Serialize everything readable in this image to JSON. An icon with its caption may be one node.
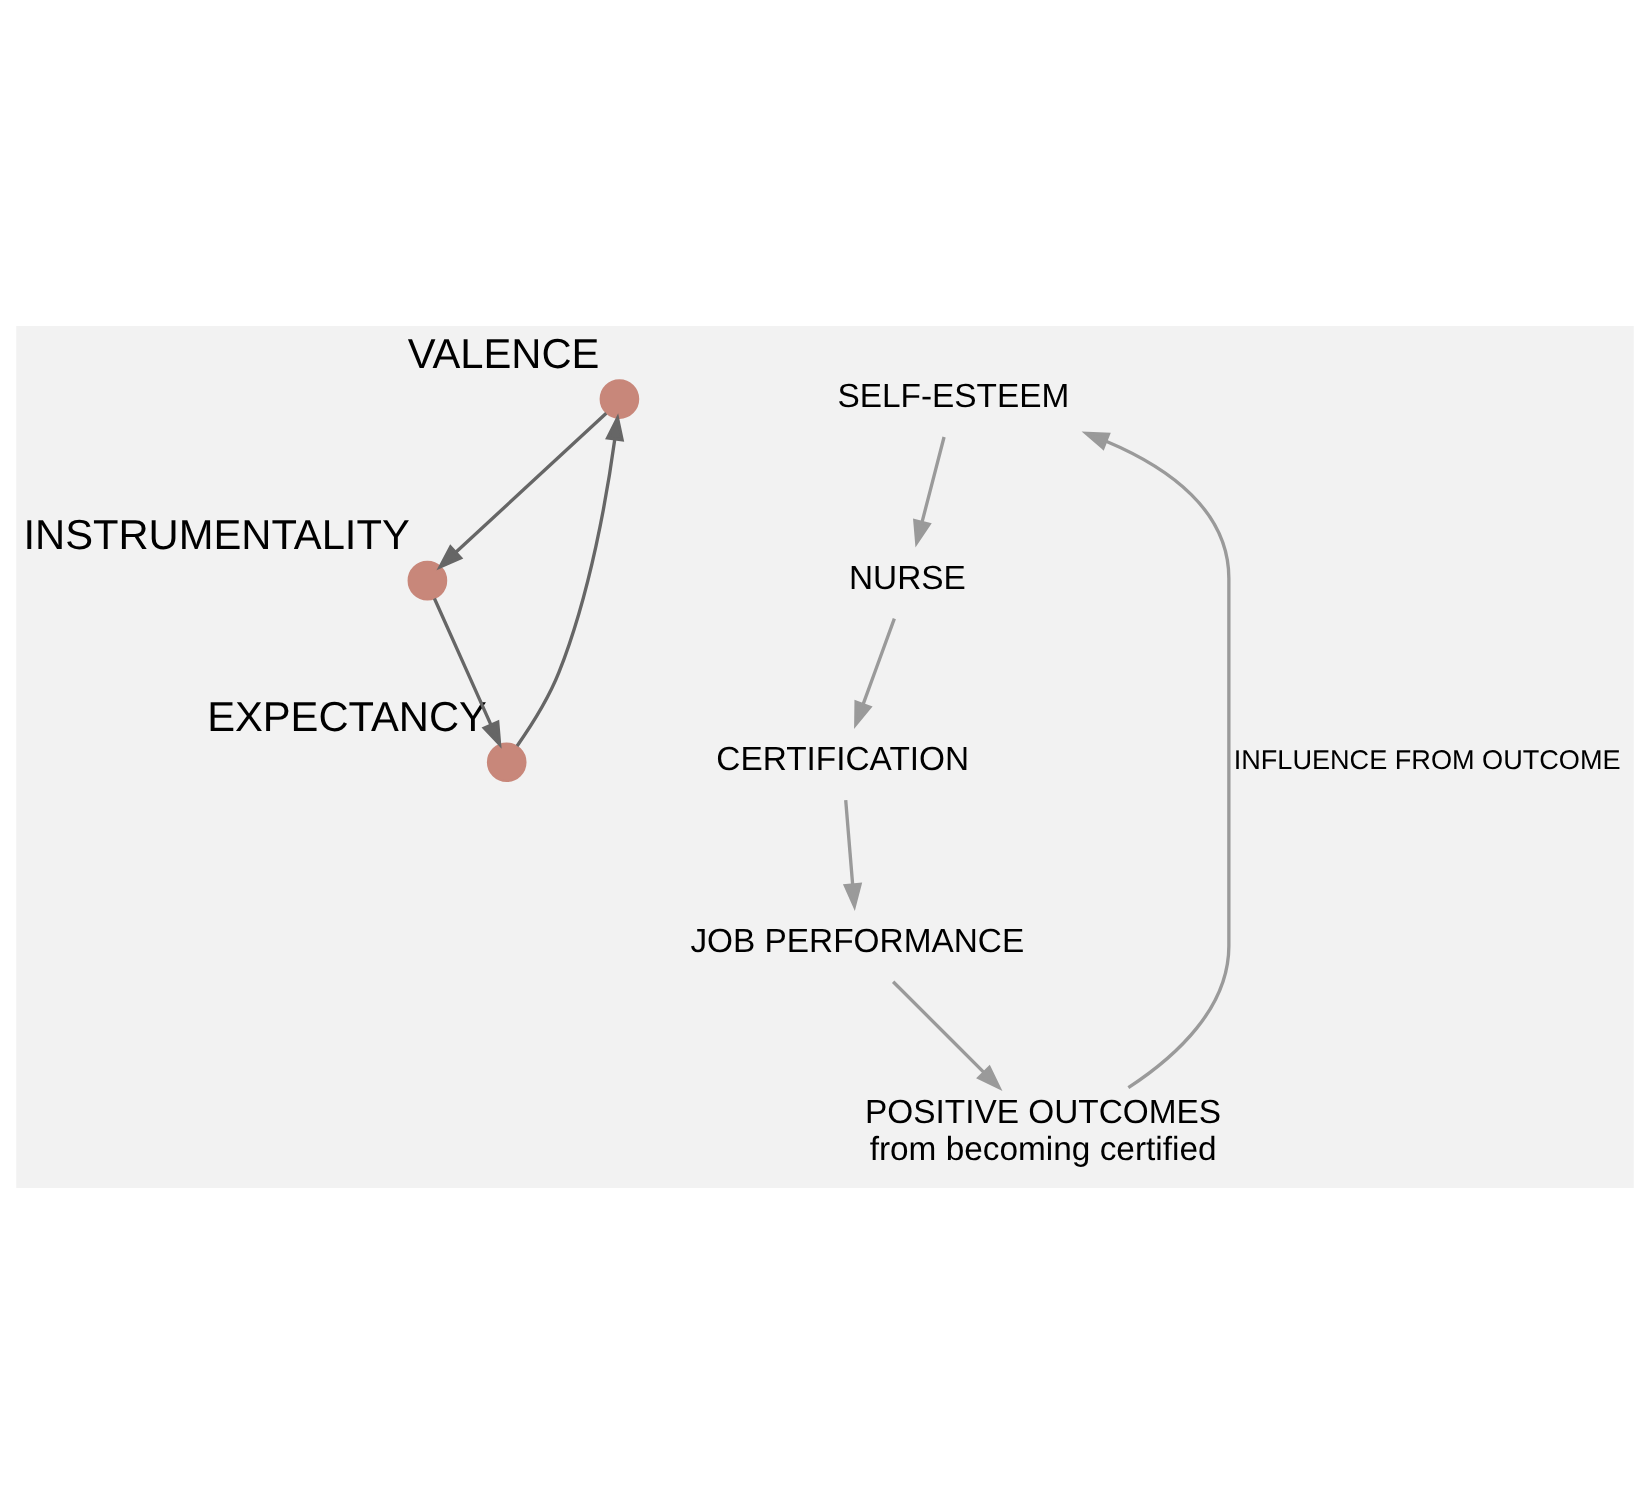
{
  "diagram": {
    "nodes": [
      {
        "text": [
          "VALENCE"
        ]
      },
      {
        "text": [
          "EXPECTANCY"
        ]
      },
      {
        "text": [
          "INSTRUMENTALITY"
        ]
      },
      {
        "text": [
          "SELF-ESTEEM"
        ]
      },
      {
        "text": [
          "NURSE"
        ]
      },
      {
        "text": [
          "CERTIFICATION"
        ]
      },
      {
        "text": [
          "JOB PERFORMANCE"
        ]
      },
      {
        "text": [
          "POSITIVE OUTCOMES",
          "from becoming certified"
        ]
      }
    ],
    "edges": [
      {
        "from": 1,
        "to": 0,
        "arrow": "to",
        "color": "#666666"
      },
      {
        "from": 0,
        "to": 2,
        "arrow": "to",
        "color": "#666666"
      },
      {
        "from": 2,
        "to": 1,
        "arrow": "to",
        "color": "#666666"
      },
      {
        "from": 3,
        "to": 4,
        "arrow": "to"
      },
      {
        "from": 4,
        "to": 5,
        "arrow": "to"
      },
      {
        "from": 5,
        "to": 6,
        "arrow": "to"
      },
      {
        "from": 6,
        "to": 7,
        "arrow": "to"
      },
      {
        "from": 7,
        "to": 3,
        "arrow": "to",
        "label": "INFLUENCE FROM OUTCOME"
      }
    ]
  }
}
